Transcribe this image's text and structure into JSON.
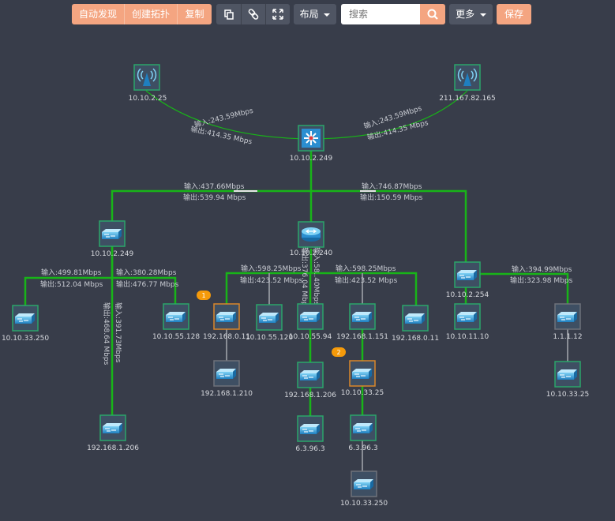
{
  "toolbar": {
    "auto_discover": "自动发现",
    "create_topology": "创建拓扑",
    "copy": "复制",
    "layout": "布局",
    "search_placeholder": "搜索",
    "more": "更多",
    "save": "保存"
  },
  "nodes": {
    "wifi_left": "10.10.2.25",
    "wifi_right": "211.167.82.165",
    "core": "10.10.2.249",
    "sw_left": "10.10.2.249",
    "router_mid": "10.10.2.240",
    "sw_right": "10.10.2.254",
    "n_10_10_33_250_a": "10.10.33.250",
    "n_10_10_55_128": "10.10.55.128",
    "n_192_168_1_206_a": "192.168.1.206",
    "n_192_168_0_11_a": "192.168.0.11",
    "n_192_168_1_210": "192.168.1.210",
    "n_10_10_55_120": "10.10.55.120",
    "n_10_10_55_94": "10.10.55.94",
    "n_192_168_1_206_b": "192.168.1.206",
    "n_6_3_96_3_a": "6.3.96.3",
    "n_192_168_1_151": "192.168.1.151",
    "n_10_10_33_25_a": "10.10.33.25",
    "n_6_3_96_3_b": "6.3.96.3",
    "n_10_10_33_250_b": "10.10.33.250",
    "n_192_168_0_11_b": "192.168.0.11",
    "n_10_10_11_10": "10.10.11.10",
    "n_1_1_1_12": "1.1.1.12",
    "n_10_10_33_25_b": "10.10.33.25"
  },
  "badges": {
    "b1": "1",
    "b2": "2"
  },
  "links": {
    "l_wifi_left_in": "输入:243.59Mbps",
    "l_wifi_left_out": "输出:414.35 Mbps",
    "l_wifi_right_in": "输入:243.59Mbps",
    "l_wifi_right_out": "输出:414.35 Mbps",
    "l_core_left_in": "输入:437.66Mbps",
    "l_core_left_out": "输出:539.94 Mbps",
    "l_core_right_in": "输入:746.87Mbps",
    "l_core_right_out": "输出:150.59 Mbps",
    "l_sw_left_a_in": "输入:499.81Mbps",
    "l_sw_left_a_out": "输出:512.04 Mbps",
    "l_sw_left_b_in": "输入:380.28Mbps",
    "l_sw_left_b_out": "输出:476.77 Mbps",
    "l_sw_left_down_in": "输入:391.73Mbps",
    "l_sw_left_down_out": "输出:468.64 Mbps",
    "l_router_left_in": "输入:598.25Mbps",
    "l_router_left_out": "输出:423.52 Mbps",
    "l_router_right_in": "输入:598.25Mbps",
    "l_router_right_out": "输出:423.52 Mbps",
    "l_router_down_in": "输入:58..40Mbps",
    "l_router_down_out": "输出:376.04 Mbps",
    "l_sw_right_in": "输入:394.99Mbps",
    "l_sw_right_out": "输出:323.98 Mbps"
  },
  "colors": {
    "background": "#383d4a",
    "accent": "#f4a581",
    "link_active": "#18b418",
    "link_inactive": "#8a8e96",
    "badge": "#f59a0a",
    "node_border_green": "#2aa56a",
    "node_border_orange": "#d9872a",
    "node_border_gray": "#6e727a"
  }
}
